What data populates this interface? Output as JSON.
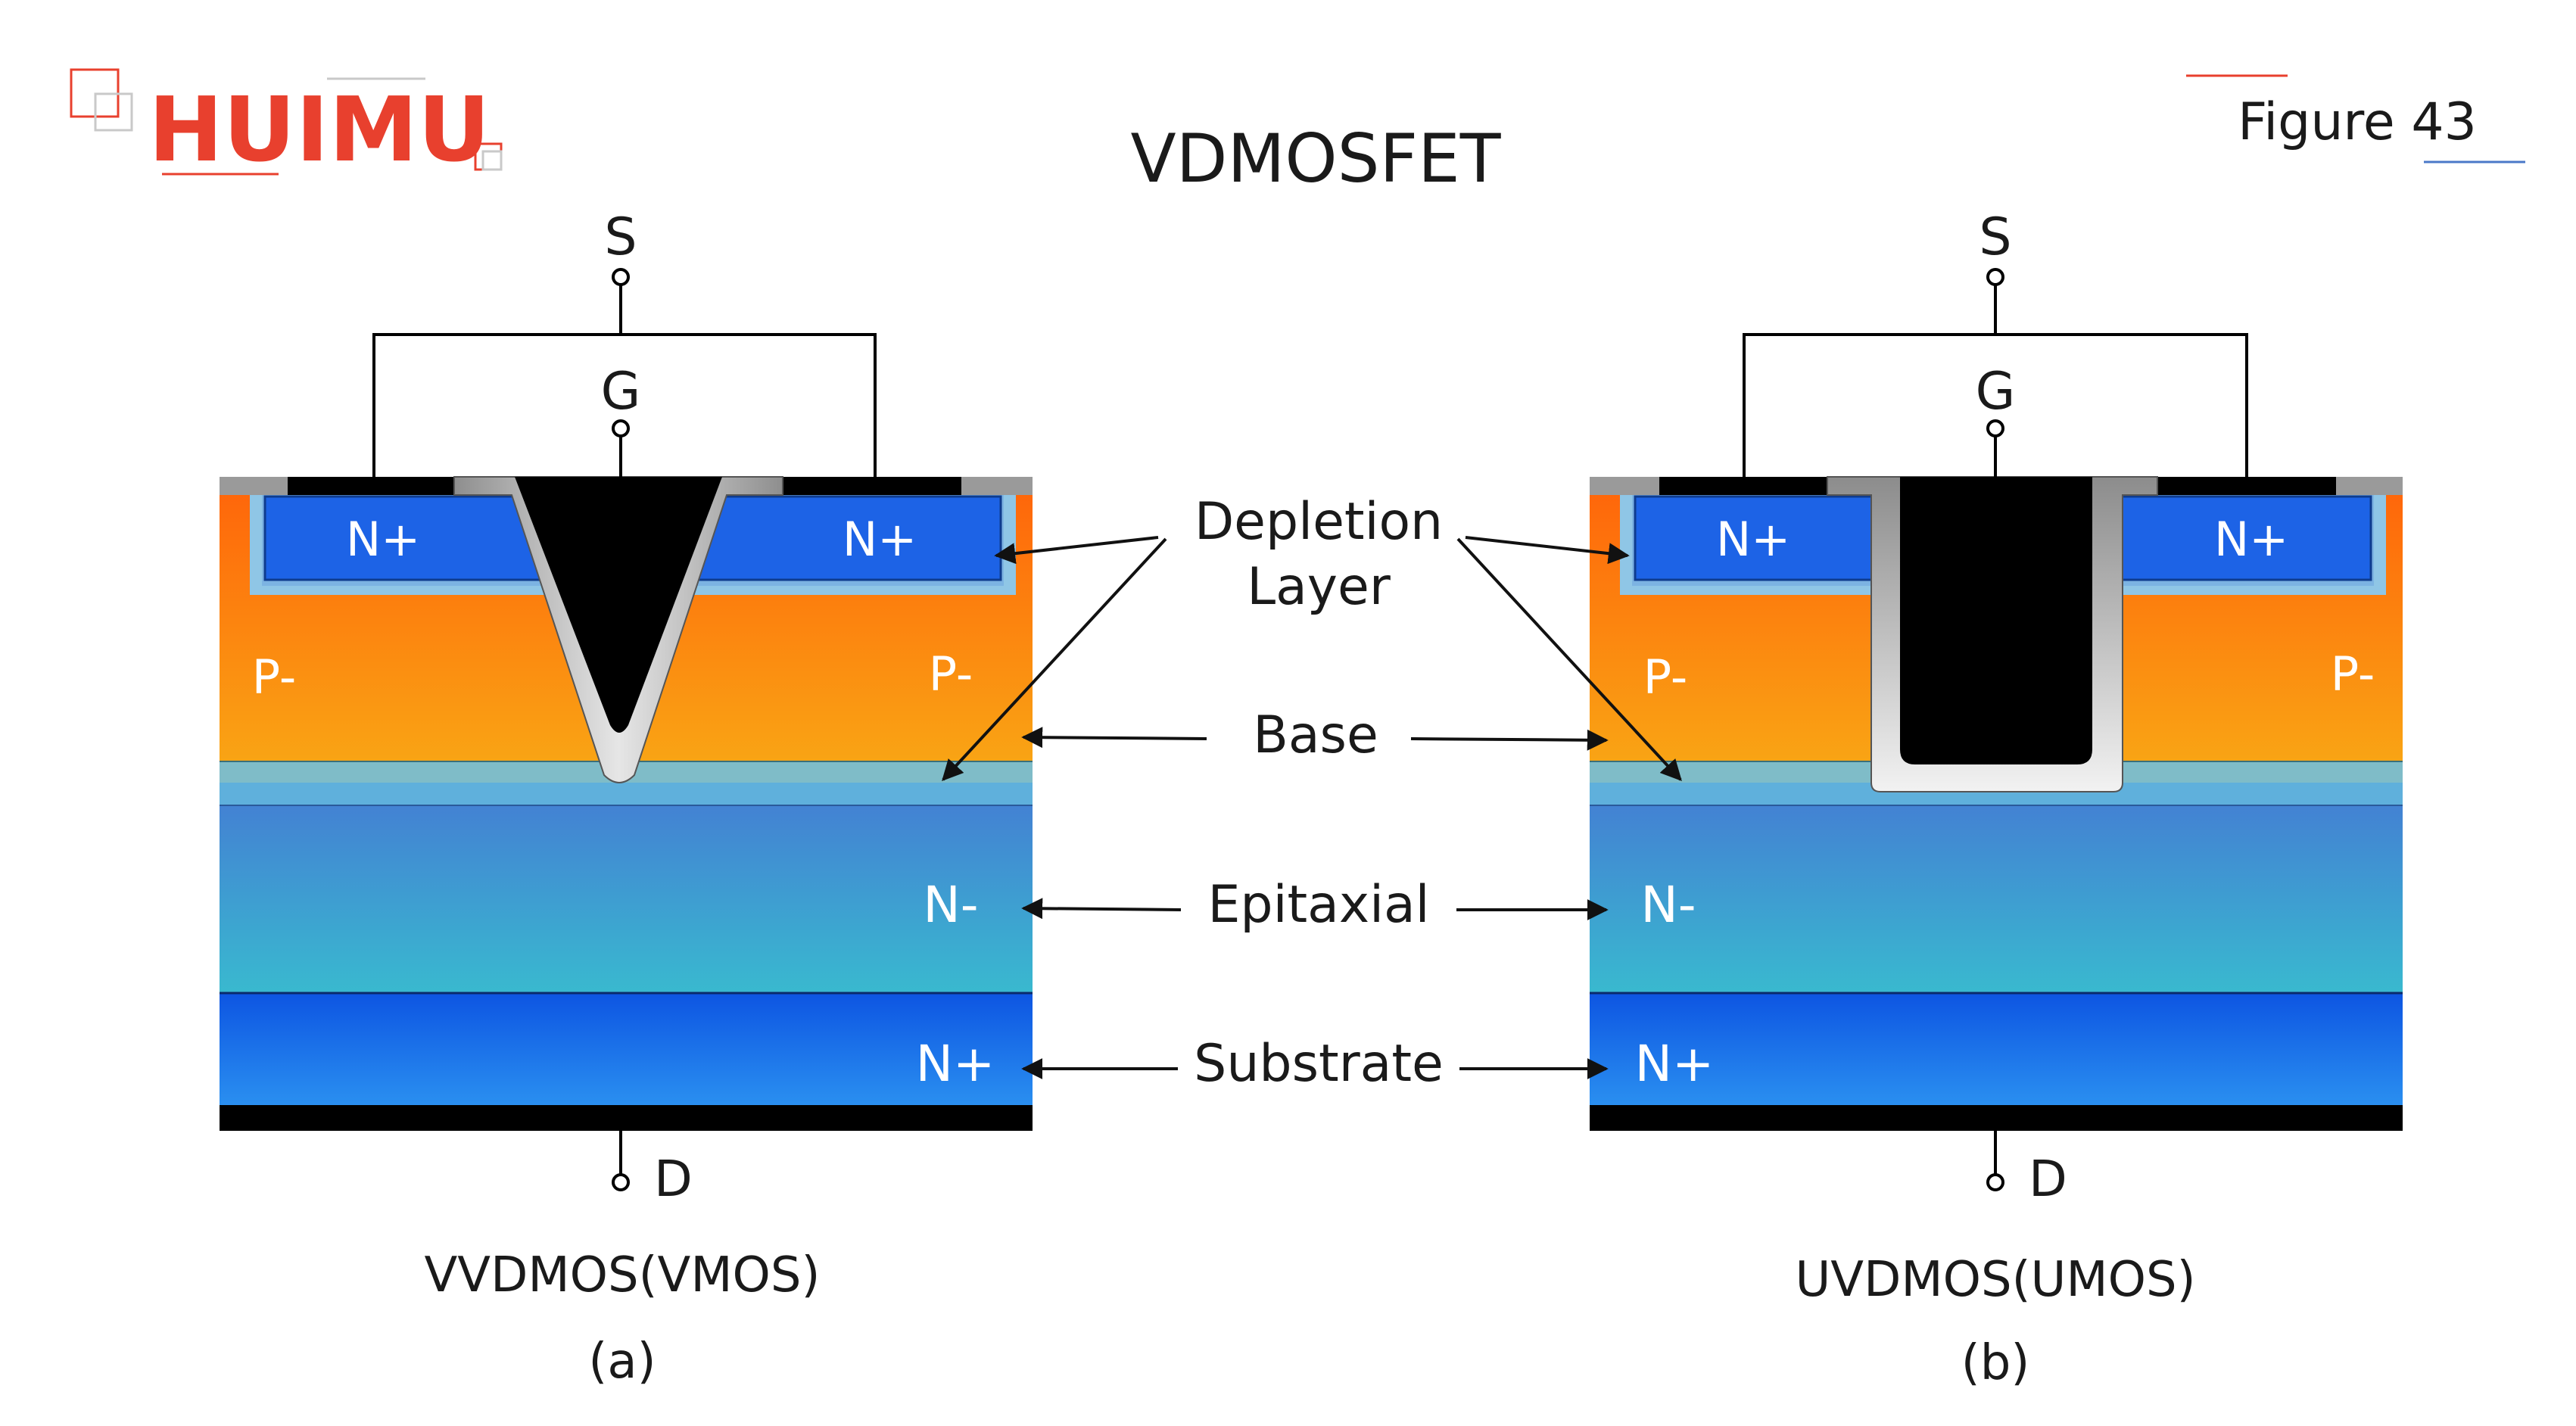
{
  "logo": {
    "text": "HUIMU"
  },
  "title": "VDMOSFET",
  "figure_label": "Figure 43",
  "annotations": {
    "depletion_line1": "Depletion",
    "depletion_line2": "Layer",
    "base": "Base",
    "epitaxial": "Epitaxial",
    "substrate": "Substrate"
  },
  "left_device": {
    "source": "S",
    "gate": "G",
    "drain": "D",
    "n_plus_left": "N+",
    "n_plus_right": "N+",
    "p_left": "P-",
    "p_right": "P-",
    "n_minus": "N-",
    "n_plus_substrate": "N+",
    "name": "VVDMOS(VMOS)",
    "caption": "(a)"
  },
  "right_device": {
    "source": "S",
    "gate": "G",
    "drain": "D",
    "n_plus_left": "N+",
    "n_plus_right": "N+",
    "p_left": "P-",
    "p_right": "P-",
    "n_minus": "N-",
    "n_plus_substrate": "N+",
    "name": "UVDMOS(UMOS)",
    "caption": "(b)"
  },
  "colors": {
    "brand": "#e8402e",
    "p_base_top": "#ff6a0a",
    "p_base_bottom": "#f8a012",
    "n_plus_well": "#1d63e6",
    "epitaxial_top": "#3f86d2",
    "epitaxial_bottom": "#3ab6d0",
    "substrate": "#1a5fe6",
    "metal": "#000000",
    "oxide": "#9a9a9a"
  }
}
